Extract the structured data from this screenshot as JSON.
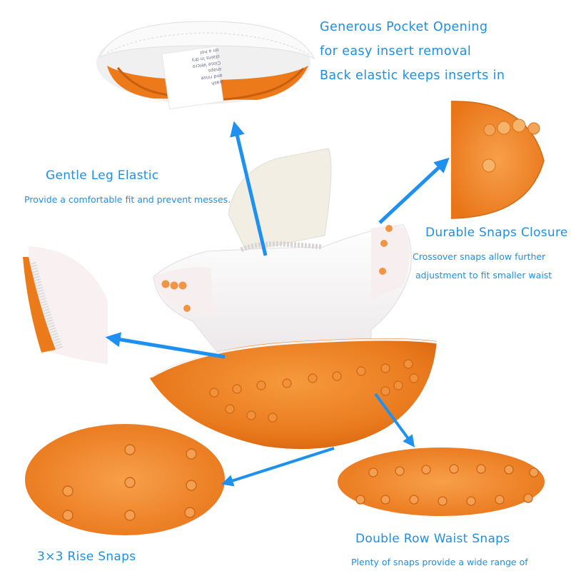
{
  "colors": {
    "accent_text": "#1e8fe6",
    "arrow": "#1e90ef",
    "diaper_orange": "#ef8124",
    "diaper_white": "#f6f4f4",
    "insert_cream": "#f1ede2"
  },
  "pocket_opening": {
    "lines": [
      "Generous Pocket Opening",
      "for easy insert removal",
      "Back elastic keeps inserts in"
    ],
    "label_lines": [
      "wash",
      "and rinse",
      "snaps",
      "Close Velcro",
      "stains in dry",
      "on a hot"
    ]
  },
  "leg_elastic": {
    "title": "Gentle Leg Elastic",
    "subtitle": "Provide a comfortable fit and prevent messes."
  },
  "snaps_closure": {
    "title": "Durable Snaps Closure",
    "subtitle_1": "Crossover snaps allow further",
    "subtitle_2": "adjustment to fit smaller waist"
  },
  "rise_snaps": {
    "title": "3×3 Rise Snaps"
  },
  "waist_snaps": {
    "title": "Double Row Waist Snaps",
    "subtitle": "Plenty of snaps provide a wide range of"
  },
  "icons": [
    "arrow-up-icon",
    "arrow-right-icon",
    "arrow-left-icon",
    "arrow-down-right-icon",
    "arrow-down-left-icon"
  ]
}
